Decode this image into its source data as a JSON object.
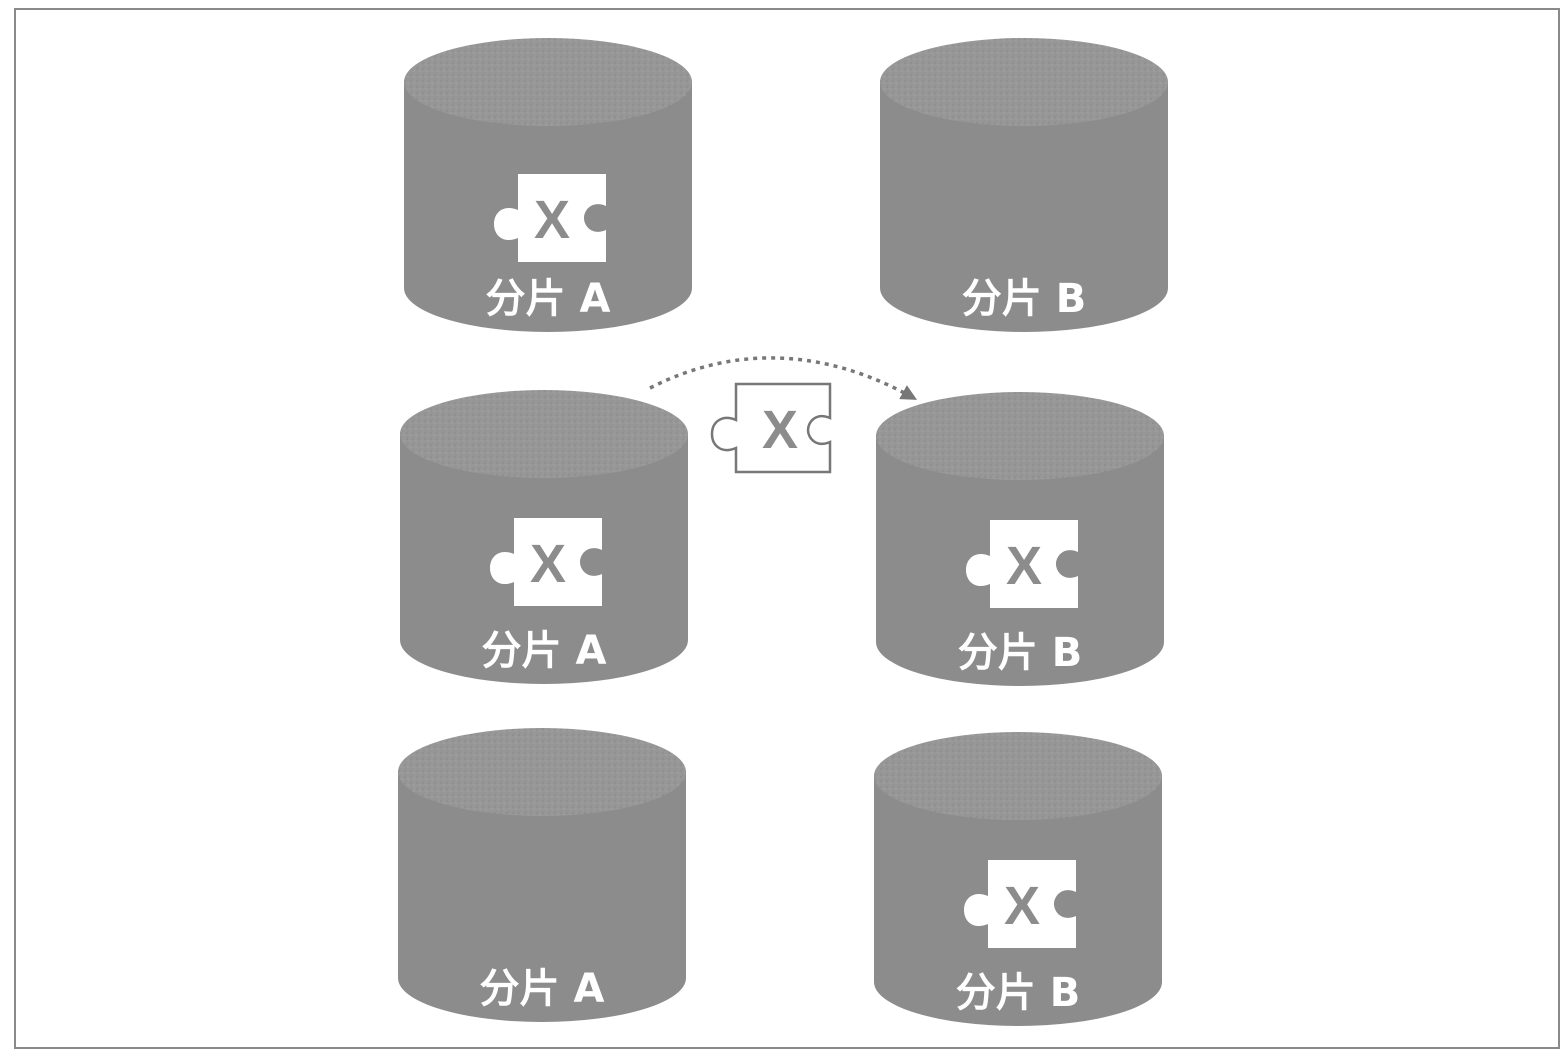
{
  "diagram": {
    "colors": {
      "cylinder_body": "#8c8c8c",
      "cylinder_top": "#9a9a9a",
      "piece_fill": "#ffffff",
      "piece_letter": "#8c8c8c",
      "arrow": "#777777",
      "frame": "#8a8a8a"
    },
    "rows": [
      {
        "shard_a": {
          "label": "分片 A",
          "has_chunk": true,
          "chunk_label": "X"
        },
        "shard_b": {
          "label": "分片 B",
          "has_chunk": false,
          "chunk_label": ""
        }
      },
      {
        "shard_a": {
          "label": "分片 A",
          "has_chunk": true,
          "chunk_label": "X"
        },
        "shard_b": {
          "label": "分片 B",
          "has_chunk": true,
          "chunk_label": "X"
        }
      },
      {
        "shard_a": {
          "label": "分片 A",
          "has_chunk": false,
          "chunk_label": ""
        },
        "shard_b": {
          "label": "分片 B",
          "has_chunk": true,
          "chunk_label": "X"
        }
      }
    ],
    "migrating_chunk": {
      "label": "X",
      "from": "分片 A",
      "to": "分片 B"
    }
  }
}
